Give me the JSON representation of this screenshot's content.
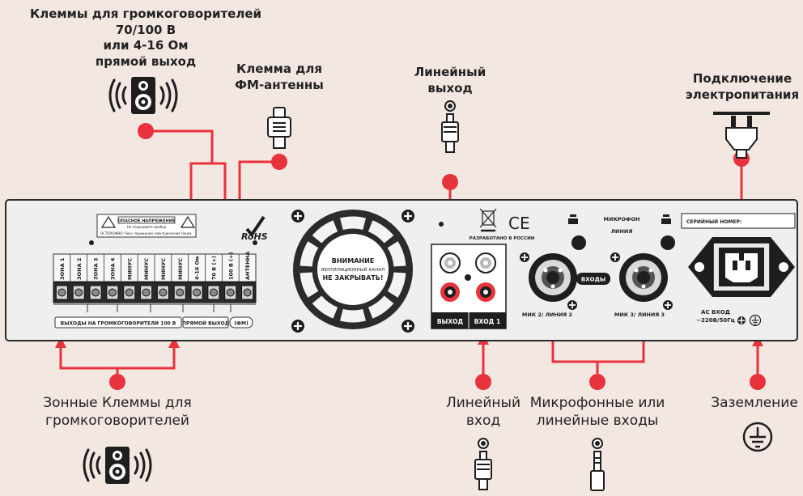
{
  "callouts": {
    "speaker_terminals_line1": "Клеммы для громкоговорителей",
    "speaker_terminals_line2": "70/100 В",
    "speaker_terminals_line3": "или 4-16 Ом",
    "speaker_terminals_line4": "прямой выход",
    "fm_antenna_line1": "Клемма для",
    "fm_antenna_line2": "ФМ-антенны",
    "line_out_line1": "Линейный",
    "line_out_line2": "выход",
    "power_line1": "Подключение",
    "power_line2": "электропитания",
    "zone_terminals_line1": "Зонные Клеммы для",
    "zone_terminals_line2": "громкоговорителей",
    "line_in_line1": "Линейный",
    "line_in_line2": "вход",
    "mic_inputs_line1": "Микрофонные или",
    "mic_inputs_line2": "линейные входы",
    "ground": "Заземление"
  },
  "panel": {
    "warning_title": "ОПАСНОЕ НАПРЯЖЕНИЕ",
    "warning_sub": "Не открывайте прибор",
    "caution": "ОСТОРОЖНО: Риск поражения электрическим током",
    "rohs": "RoHS",
    "terminals": [
      "ЗОНА 1",
      "ЗОНА 2",
      "ЗОНА 3",
      "ЗОНА 4",
      "МИНУС",
      "МИНУС",
      "МИНУС",
      "МИНУС",
      "4-16 Ом",
      "70 В (+)",
      "100 В (+)",
      "АНТЕННА"
    ],
    "zones_label": "ВЫХОДЫ НА ГРОМКОГОВОРИТЕЛИ 100 В",
    "direct_label": "ПРЯМОЙ ВЫХОД",
    "fm_label": "(ФМ)",
    "fan_title": "ВНИМАНИЕ",
    "fan_sub": "ВЕНТИЛЯЦИОННЫЙ КАНАЛ",
    "fan_warning": "НЕ ЗАКРЫВАТЬ!",
    "made_in": "РАЗРАБОТАНО В РОССИИ",
    "ce": "CE",
    "rca_out": "ВЫХОД",
    "rca_in": "ВХОД 1",
    "mic_header_1": "МИКРОФОН",
    "mic_header_2": "ЛИНИЯ",
    "inputs_label": "ВХОДЫ",
    "mic2_label": "МИК 2/ ЛИНИЯ 2",
    "mic3_label": "МИК 3/ ЛИНИЯ 3",
    "serial_label": "СЕРИЙНЫЙ НОМЕР:",
    "ac_line1": "AC ВХОД",
    "ac_line2": "~220В/50Гц"
  },
  "colors": {
    "background": "#f3e7e2",
    "accent_red": "#e8323c",
    "panel": "#efefef",
    "dark": "#1e1e1e"
  }
}
